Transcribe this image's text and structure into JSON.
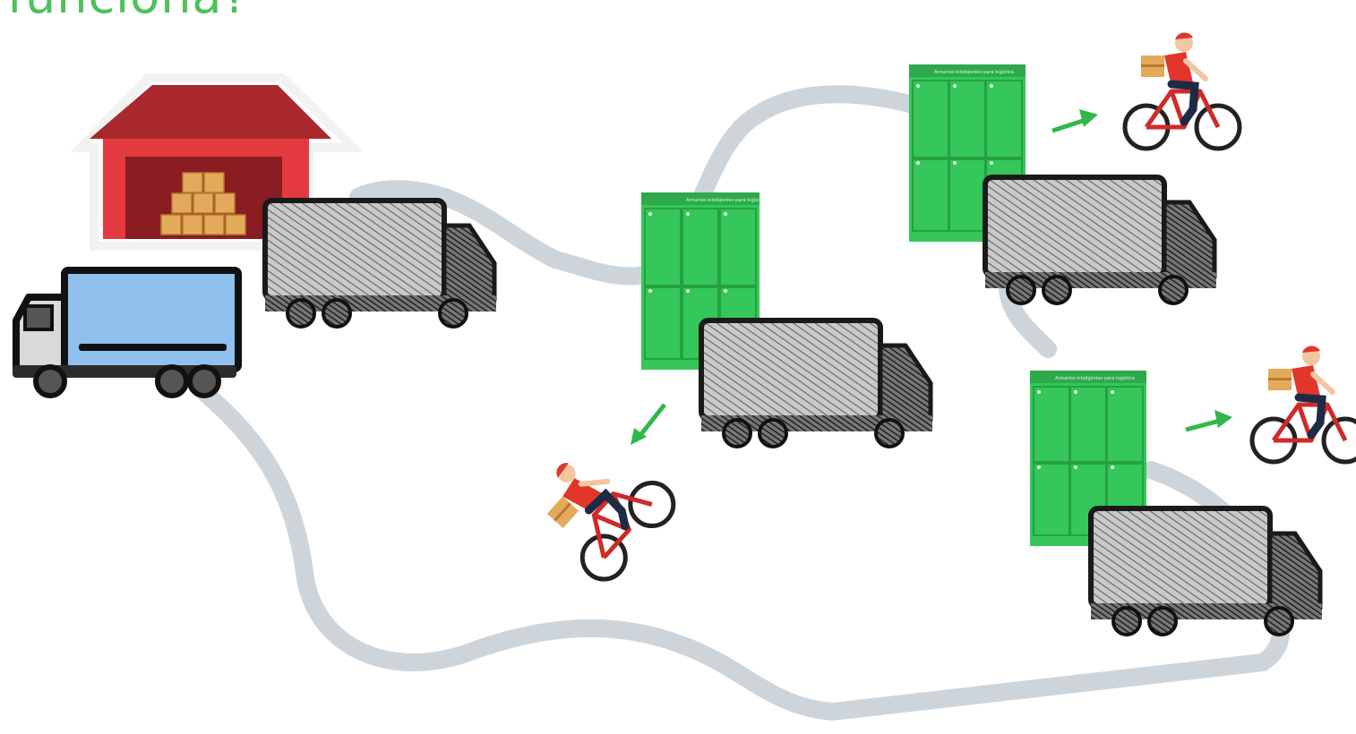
{
  "title": "funciona?",
  "colors": {
    "title": "#4cc25a",
    "road": "#cdd5db",
    "warehouse_roof": "#a8282d",
    "warehouse_wall": "#e23a3e",
    "boxes": "#e4aa5c",
    "truck_cargo": "#8fc0ee",
    "locker": "#35c759",
    "arrow": "#2fb84a",
    "rider_shirt": "#e2352c",
    "bike_frame": "#cf2a2a",
    "sketch_gray": "#bdbdbd"
  },
  "icons": {
    "warehouse": "warehouse-icon",
    "main_truck": "delivery-truck-icon",
    "sketch_truck": "sketched-truck-icon",
    "locker": "parcel-locker-icon",
    "arrow": "arrow-icon",
    "cyclist": "delivery-cyclist-icon"
  },
  "lockers": [
    {
      "header_text": "Armarios inteligentes para logística"
    },
    {
      "header_text": "Armarios inteligentes para logística"
    },
    {
      "header_text": "Armarios inteligentes para logística"
    }
  ]
}
